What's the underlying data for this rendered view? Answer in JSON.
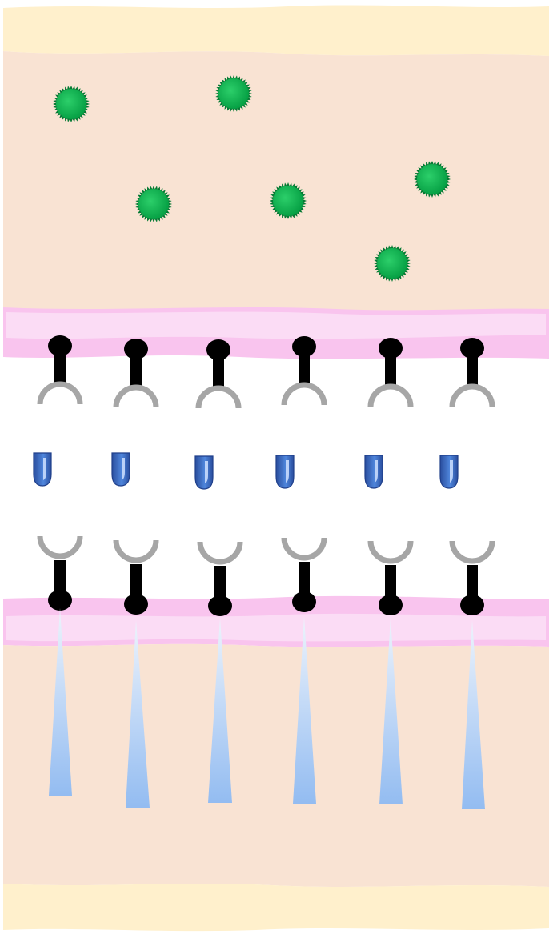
{
  "colors": {
    "background": "#ffffff",
    "outer_band": "#fff0cc",
    "cell_interior": "#f9e3d3",
    "membrane_dark": "#f9c4ee",
    "membrane_light": "#fbdcf5",
    "receptor_stem": "#000000",
    "receptor_cup": "#a6a6a6",
    "ligand_green": "#0aa84a",
    "ligand_green_edge": "#067a34",
    "vesicle_blue": "#3a6fc9",
    "vesicle_blue_dark": "#1f3f8a",
    "signal_light": "#e6effa",
    "signal_dark": "#97bff1"
  },
  "icons": {
    "ligand": "spiky-green-ball-icon",
    "vesicle": "blue-shield-vesicle-icon",
    "receptor": "lollipop-receptor-icon",
    "signal": "tapered-signal-cone-icon"
  },
  "counts": {
    "green_ligands": 6,
    "presynaptic_receptors": 6,
    "vesicles": 6,
    "postsynaptic_receptors": 6,
    "signal_cones": 6
  }
}
